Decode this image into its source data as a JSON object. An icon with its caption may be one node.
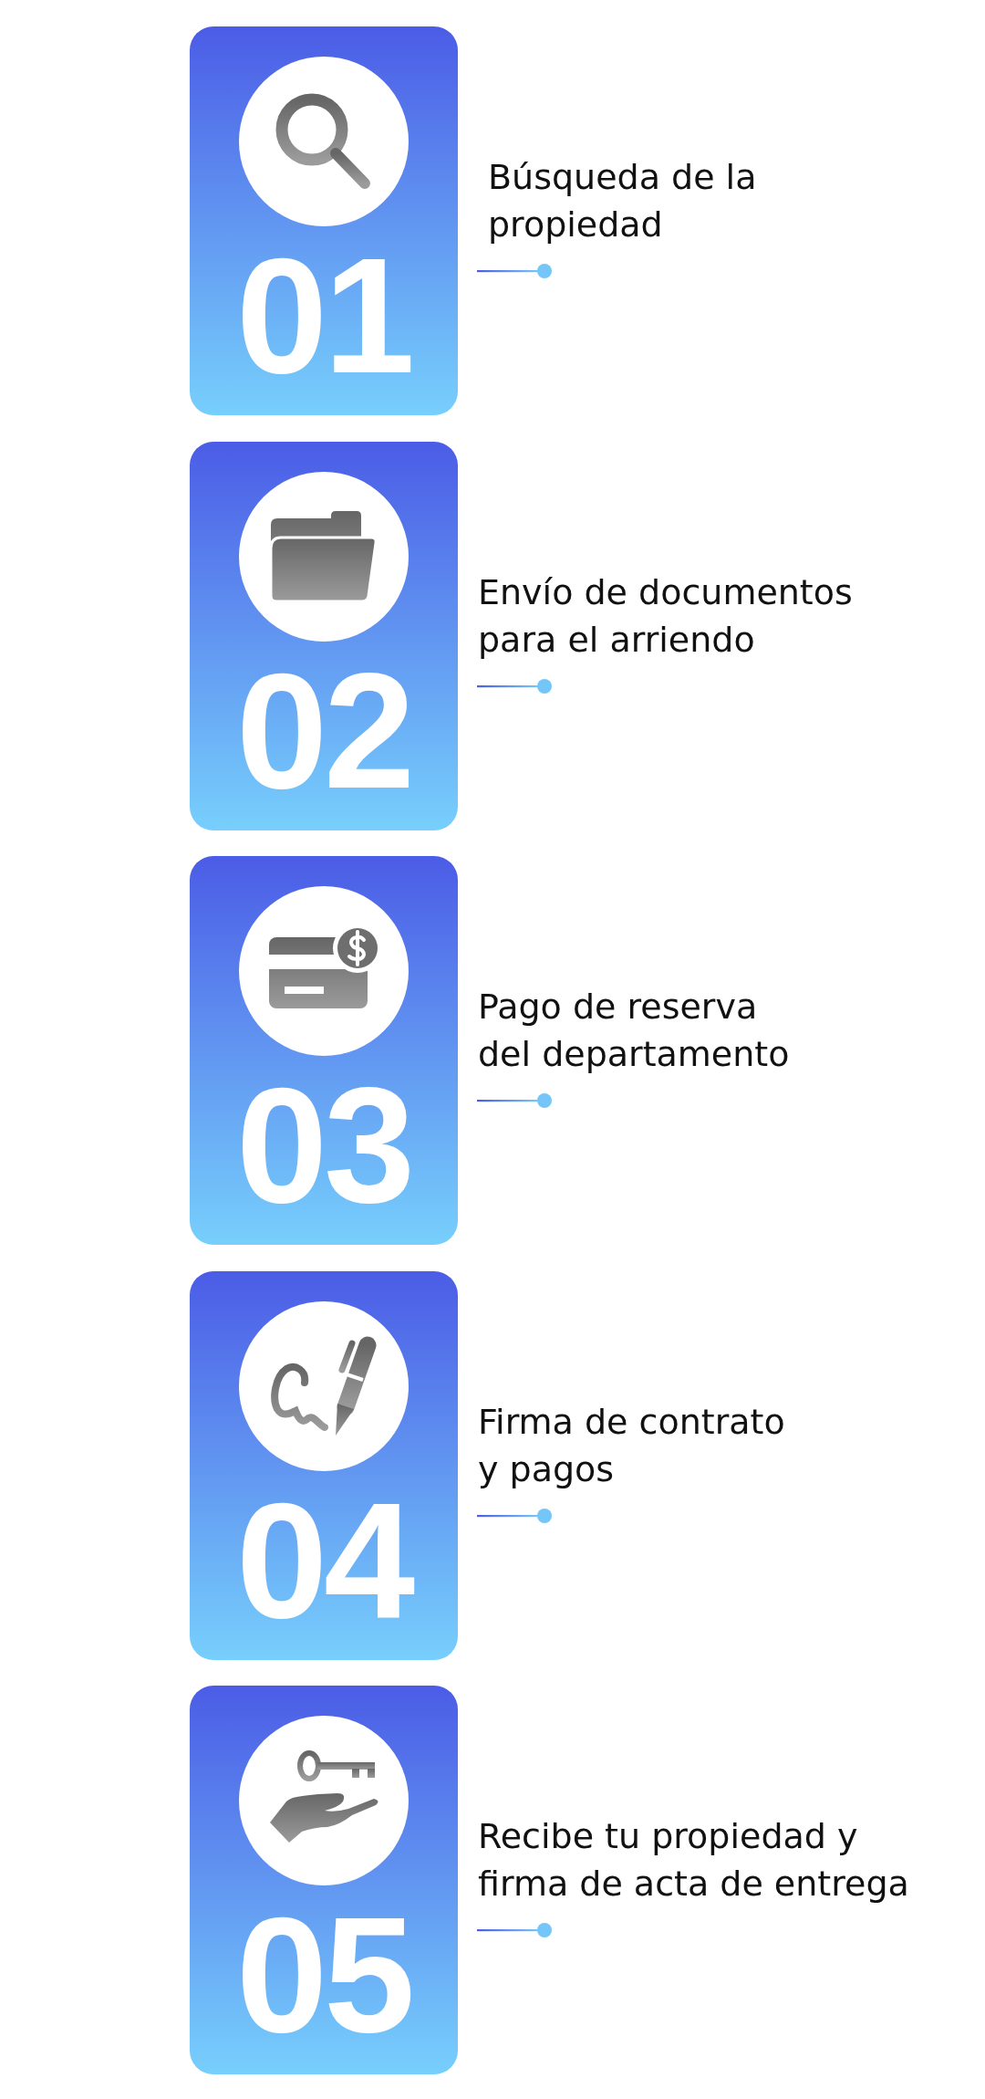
{
  "diagram": {
    "nodes": [
      {
        "text": [
          "01"
        ],
        "beside": [
          "Búsqueda de la propiedad"
        ]
      },
      {
        "text": [
          "02"
        ],
        "beside": [
          "Envío de documentos para el arriendo"
        ]
      },
      {
        "text": [
          "03"
        ],
        "beside": [
          "Pago de reserva del departamento"
        ]
      },
      {
        "text": [
          "04"
        ],
        "beside": [
          "Firma de contrato y pagos"
        ]
      },
      {
        "text": [
          "05"
        ],
        "beside": [
          "Recibe tu propiedad y firma de acta de entrega"
        ]
      }
    ]
  }
}
